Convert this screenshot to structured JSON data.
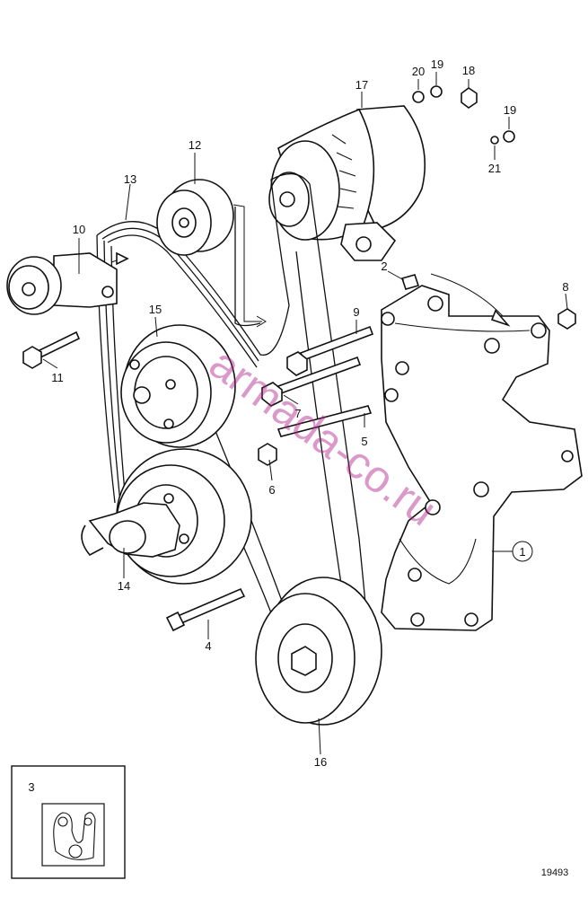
{
  "figure_number": "19493",
  "watermark": "armada-co.ru",
  "watermark_color": "#b0208a",
  "inset_label": "3",
  "part_labels": [
    "1",
    "2",
    "4",
    "5",
    "6",
    "7",
    "8",
    "9",
    "10",
    "11",
    "12",
    "13",
    "14",
    "15",
    "16",
    "17",
    "18",
    "19",
    "19",
    "20",
    "21"
  ]
}
